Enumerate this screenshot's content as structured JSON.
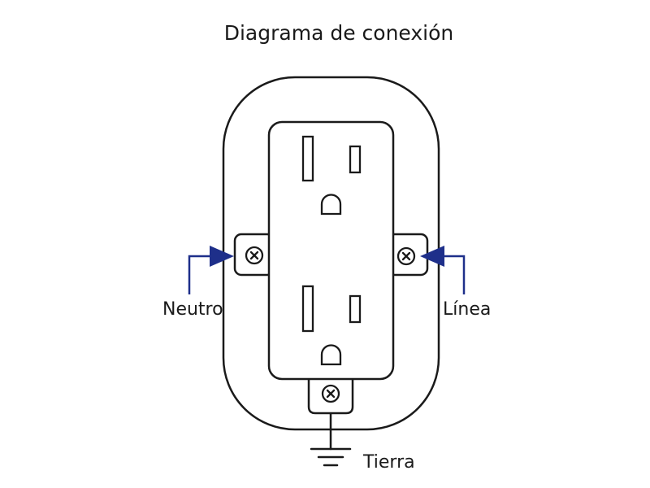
{
  "title": "Diagrama de conexión",
  "labels": {
    "neutral": "Neutro",
    "line": "Línea",
    "ground": "Tierra"
  },
  "colors": {
    "ink": "#1a1a1a",
    "arrow": "#1e2f8a",
    "background": "#ffffff"
  }
}
